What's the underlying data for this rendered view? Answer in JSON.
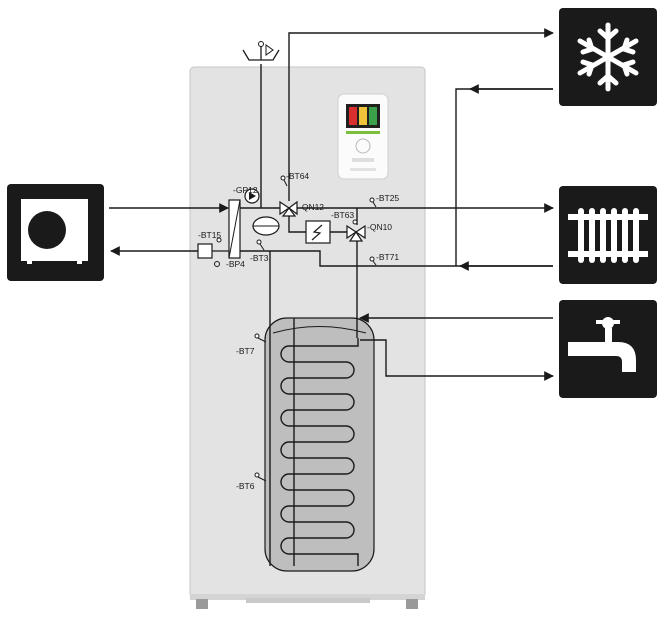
{
  "labels": {
    "gp12": "-GP12",
    "bt64": "-BT64",
    "qn12": "-QN12",
    "bt25": "-BT25",
    "bt63": "-BT63",
    "qn10": "-QN10",
    "bt15": "-BT15",
    "bp4": "-BP4",
    "bt3": "-BT3",
    "bt71": "-BT71",
    "bt7": "-BT7",
    "bt6": "-BT6"
  },
  "icons": {
    "outdoor_unit": "outdoor-heat-pump-icon",
    "cooling": "snowflake-icon",
    "heating": "radiator-icon",
    "hot_water": "tap-icon",
    "air_vent": "air-vent-icon",
    "control_display": "control-display-icon"
  },
  "colors": {
    "cabinet": "#e3e3e3",
    "tank": "#bebebe",
    "icon_box": "#1a1a1a",
    "pipe": "#1a1a1a"
  }
}
